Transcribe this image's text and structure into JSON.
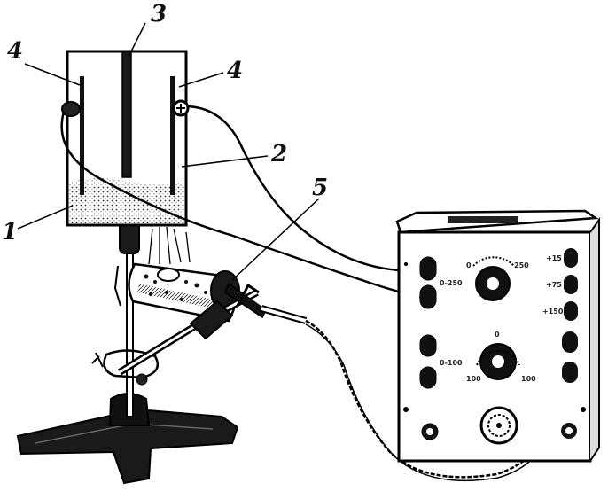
{
  "labels": {
    "vessel": "1",
    "solution": "2",
    "partition": "3",
    "electrode_left": "4",
    "electrode_right": "4",
    "lamp": "5"
  },
  "instrument": {
    "knob_top_left": "0",
    "knob_top_right": "250",
    "knob_bottom_top": "0",
    "knob_bottom_left": "100",
    "knob_bottom_right": "100",
    "jack_label_upper": "0-250",
    "jack_label_lower": "0-100",
    "right_label_1": "+15",
    "right_label_2": "+75",
    "right_label_3": "+150"
  },
  "colors": {
    "ink": "#111111",
    "paper": "#ffffff",
    "shade": "#555555"
  }
}
